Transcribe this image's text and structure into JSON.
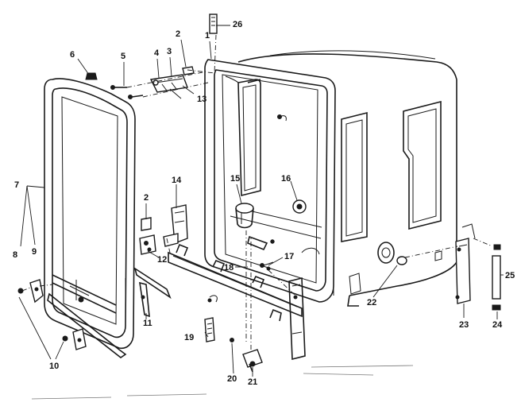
{
  "diagram": {
    "callouts": [
      {
        "id": "26",
        "text": "26"
      },
      {
        "id": "1",
        "text": "1"
      },
      {
        "id": "2a",
        "text": "2"
      },
      {
        "id": "3",
        "text": "3"
      },
      {
        "id": "4",
        "text": "4"
      },
      {
        "id": "5",
        "text": "5"
      },
      {
        "id": "6",
        "text": "6"
      },
      {
        "id": "13",
        "text": "13"
      },
      {
        "id": "7",
        "text": "7"
      },
      {
        "id": "8",
        "text": "8"
      },
      {
        "id": "9",
        "text": "9"
      },
      {
        "id": "10",
        "text": "10"
      },
      {
        "id": "14",
        "text": "14"
      },
      {
        "id": "2b",
        "text": "2"
      },
      {
        "id": "12",
        "text": "12"
      },
      {
        "id": "11",
        "text": "11"
      },
      {
        "id": "15",
        "text": "15"
      },
      {
        "id": "16",
        "text": "16"
      },
      {
        "id": "17",
        "text": "17"
      },
      {
        "id": "18",
        "text": "18"
      },
      {
        "id": "19",
        "text": "19"
      },
      {
        "id": "20",
        "text": "20"
      },
      {
        "id": "21",
        "text": "21"
      },
      {
        "id": "22",
        "text": "22"
      },
      {
        "id": "23",
        "text": "23"
      },
      {
        "id": "24",
        "text": "24"
      },
      {
        "id": "25",
        "text": "25"
      }
    ]
  }
}
